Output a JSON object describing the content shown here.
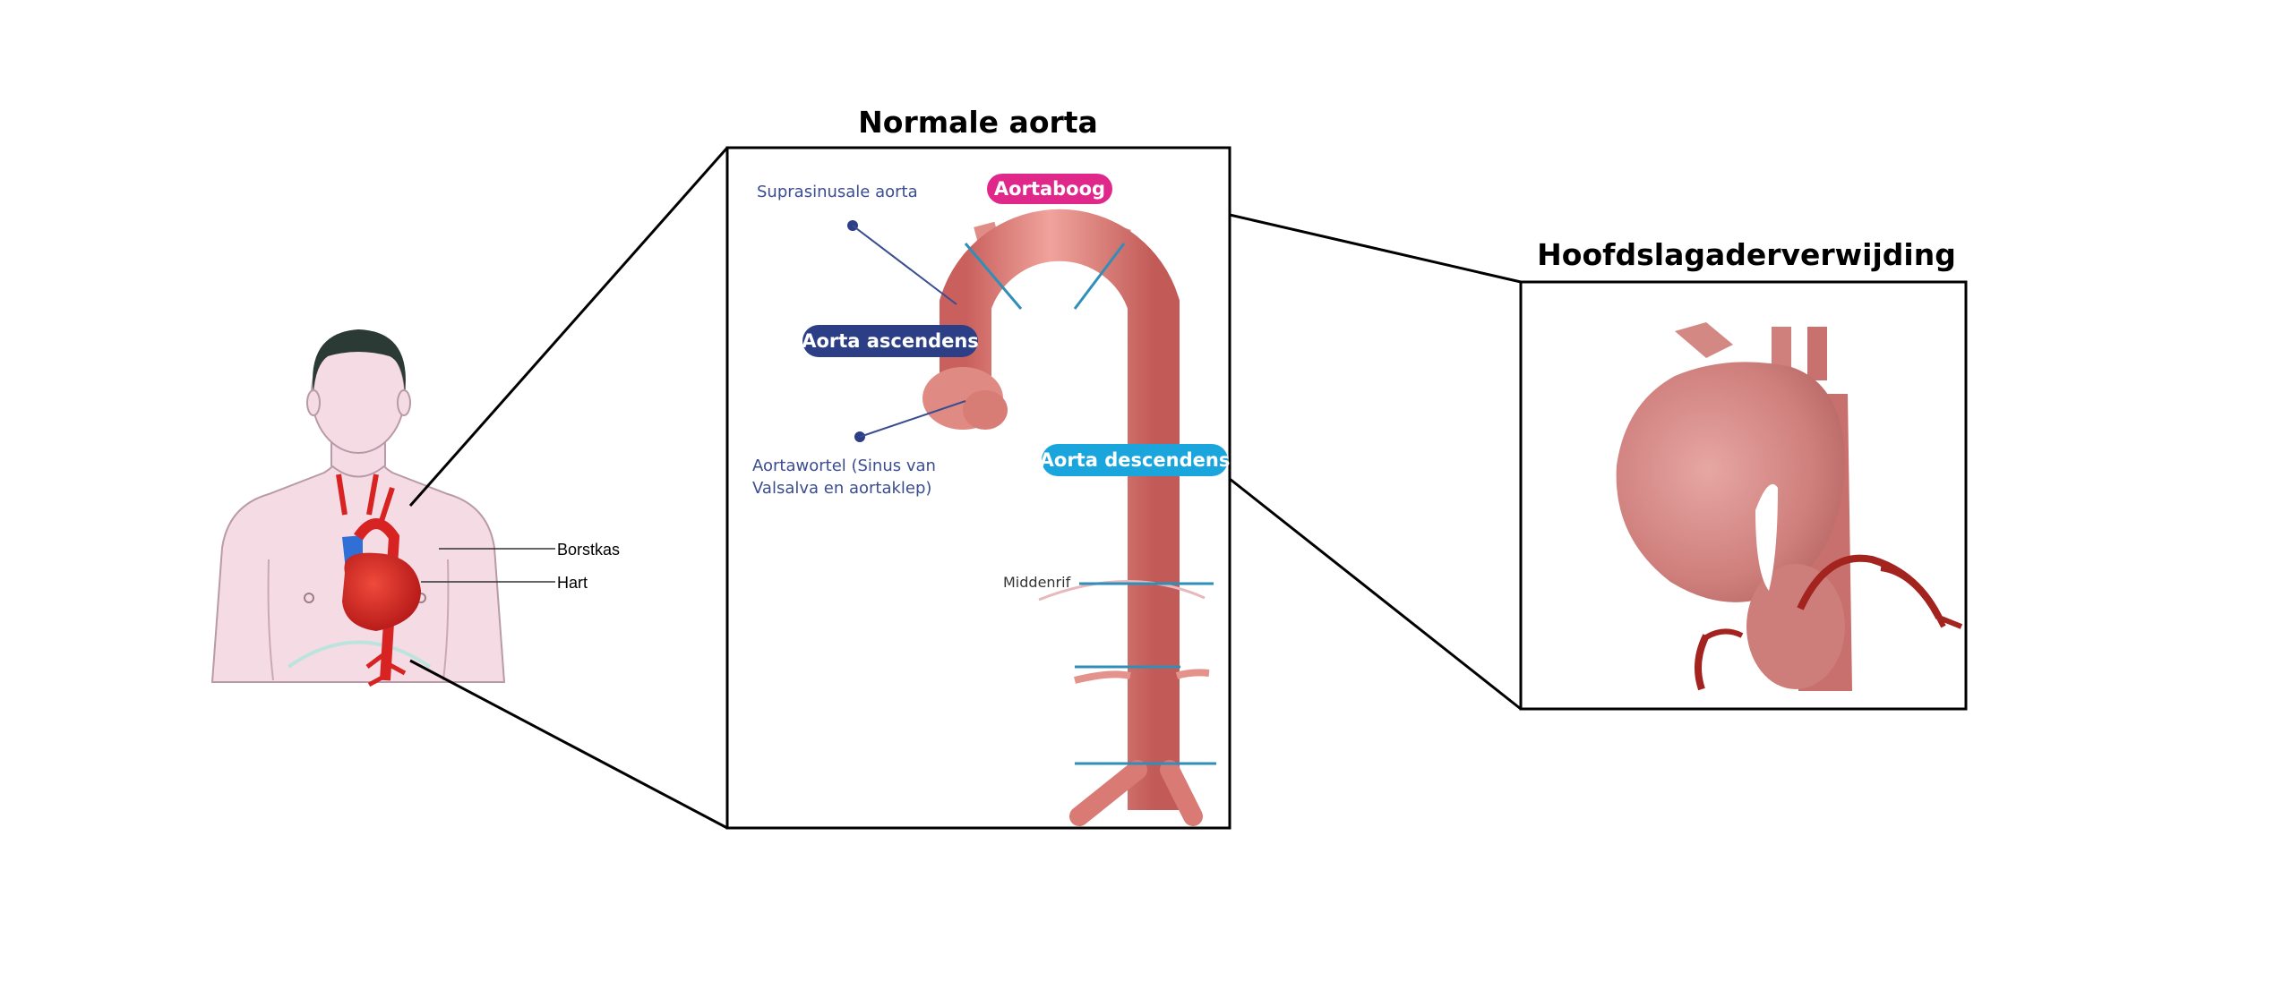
{
  "titles": {
    "normal": "Normale aorta",
    "aneurysm": "Hoofdslagaderverwijding"
  },
  "body_labels": {
    "chest": "Borstkas",
    "heart": "Hart"
  },
  "aorta_labels": {
    "suprasinus": "Suprasinusale aorta",
    "arch": "Aortaboog",
    "ascending": "Aorta ascendens",
    "root_line1": "Aortawortel (Sinus van",
    "root_line2": "Valsalva en aortaklep)",
    "descending": "Aorta descendens",
    "diaphragm": "Middenrif"
  },
  "colors": {
    "arch_pill": "#e0288a",
    "ascending_pill": "#2c3e86",
    "descending_pill": "#1aa6dc",
    "navy_text": "#3a4d8f",
    "aorta_fill": "#e0857f",
    "marker_line": "#2f8fb8",
    "skin": "#f5dbe4",
    "heart_red": "#d82323",
    "vein_blue": "#2f6fd6"
  }
}
